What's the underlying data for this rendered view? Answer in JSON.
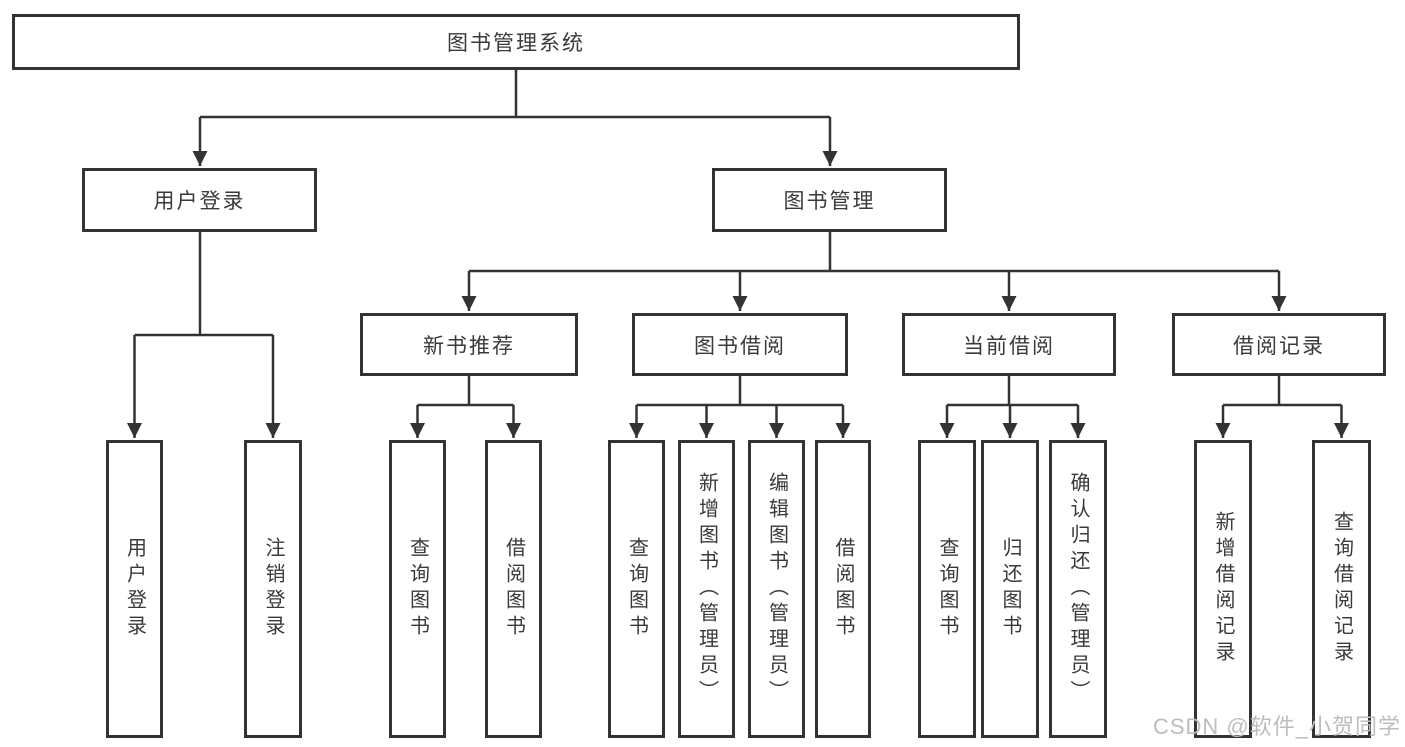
{
  "tree": {
    "root": {
      "label": "图书管理系统"
    },
    "branches": [
      {
        "label": "用户登录",
        "children": [
          {
            "label": "用户登录"
          },
          {
            "label": "注销登录"
          }
        ]
      },
      {
        "label": "图书管理",
        "children": [
          {
            "label": "新书推荐",
            "children": [
              {
                "label": "查询图书"
              },
              {
                "label": "借阅图书"
              }
            ]
          },
          {
            "label": "图书借阅",
            "children": [
              {
                "label": "查询图书"
              },
              {
                "label": "新增图书（管理员）"
              },
              {
                "label": "编辑图书（管理员）"
              },
              {
                "label": "借阅图书"
              }
            ]
          },
          {
            "label": "当前借阅",
            "children": [
              {
                "label": "查询图书"
              },
              {
                "label": "归还图书"
              },
              {
                "label": "确认归还（管理员）"
              }
            ]
          },
          {
            "label": "借阅记录",
            "children": [
              {
                "label": "新增借阅记录"
              },
              {
                "label": "查询借阅记录"
              }
            ]
          }
        ]
      }
    ]
  },
  "watermark": {
    "text": "CSDN @软件_小贺同学"
  },
  "colors": {
    "line": "#333333",
    "box_border": "#333333",
    "text": "#3a3a3a",
    "background": "#ffffff",
    "watermark": "#bdbdbd"
  }
}
